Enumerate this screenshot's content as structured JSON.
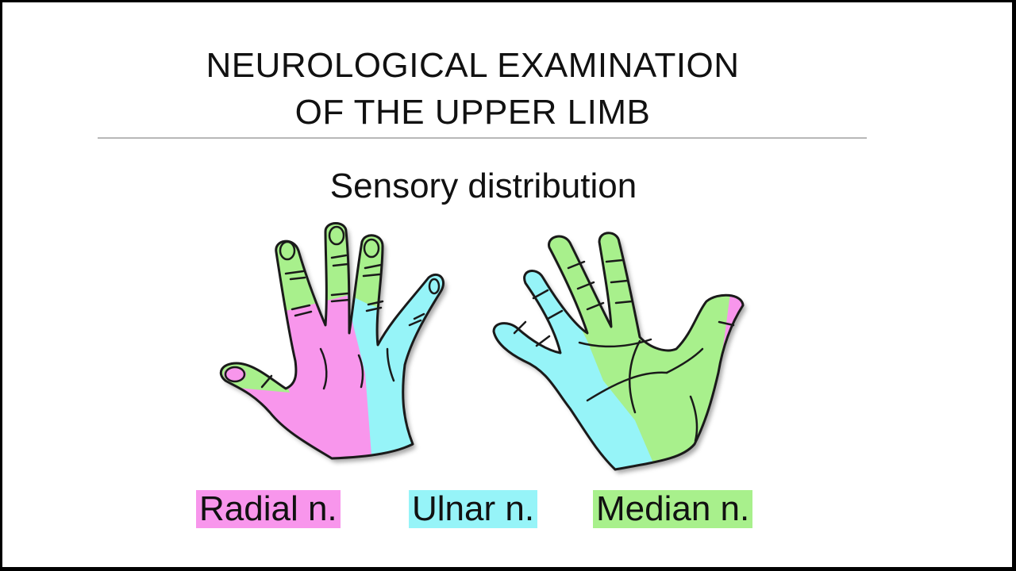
{
  "slide": {
    "title_line1": "NEUROLOGICAL EXAMINATION",
    "title_line2": "OF THE UPPER LIMB",
    "subtitle": "Sensory distribution"
  },
  "legend": [
    {
      "label": "Radial n.",
      "color": "#f896ec"
    },
    {
      "label": "Ulnar n.",
      "color": "#96f4f8"
    },
    {
      "label": "Median n.",
      "color": "#a8f08c"
    }
  ],
  "colors": {
    "radial": "#f896ec",
    "ulnar": "#96f4f8",
    "median": "#a8f08c",
    "outline": "#1a1a1a"
  }
}
